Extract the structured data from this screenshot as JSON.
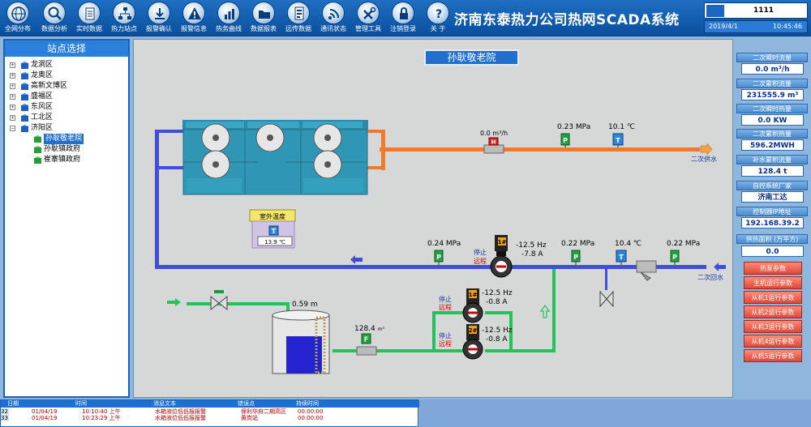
{
  "toolbar": {
    "items": [
      {
        "label": "全网分布",
        "icon": "globe-icon"
      },
      {
        "label": "数据分析",
        "icon": "magnifier-icon"
      },
      {
        "label": "实时数据",
        "icon": "document-icon"
      },
      {
        "label": "热力站点",
        "icon": "network-icon"
      },
      {
        "label": "报警确认",
        "icon": "download-icon"
      },
      {
        "label": "报警信息",
        "icon": "warning-icon"
      },
      {
        "label": "热务曲线",
        "icon": "chart-icon"
      },
      {
        "label": "数据报表",
        "icon": "folder-icon"
      },
      {
        "label": "远传数据",
        "icon": "report-icon"
      },
      {
        "label": "通讯状态",
        "icon": "signal-icon"
      },
      {
        "label": "管理工具",
        "icon": "tools-icon"
      },
      {
        "label": "注销登录",
        "icon": "lock-icon"
      },
      {
        "label": "关 于",
        "icon": "help-icon"
      }
    ]
  },
  "header": {
    "system_name": "济南东泰热力公司热网SCADA系统",
    "user_id": "1111",
    "date": "2019/4/1",
    "time": "10:45:46"
  },
  "sidebar": {
    "title": "站点选择",
    "items": [
      {
        "label": "龙洞区",
        "expanded": false,
        "level": 0
      },
      {
        "label": "龙奥区",
        "expanded": false,
        "level": 0
      },
      {
        "label": "高新文博区",
        "expanded": false,
        "level": 0
      },
      {
        "label": "盛福区",
        "expanded": false,
        "level": 0
      },
      {
        "label": "东风区",
        "expanded": false,
        "level": 0
      },
      {
        "label": "工北区",
        "expanded": false,
        "level": 0
      },
      {
        "label": "济阳区",
        "expanded": true,
        "level": 0
      },
      {
        "label": "孙耿敬老院",
        "level": 1,
        "selected": true
      },
      {
        "label": "孙耿镇政府",
        "level": 1
      },
      {
        "label": "崔寨镇政府",
        "level": 1
      }
    ]
  },
  "station": {
    "title": "孙耿敬老院"
  },
  "process": {
    "supply_flow": "0.0",
    "supply_flow_unit": "m³/h",
    "supply_pressure": "0.23",
    "supply_pressure_unit": "MPa",
    "supply_temp": "10.1",
    "temp_unit": "℃",
    "supply_label": "二次供水",
    "return_label": "二次回水",
    "outdoor_temp_label": "室外温度",
    "outdoor_temp_value": "13.9 ℃",
    "pump_p_in": "0.24",
    "pump_p_out": "0.22",
    "return_temp": "10.4",
    "return_pressure": "0.22",
    "pressure_unit": "MPa",
    "circ_pump": {
      "id": "1#",
      "freq": "-12.5 Hz",
      "current": "-7.8 A",
      "status": "停止",
      "mode": "远程"
    },
    "makeup_pump1": {
      "id": "1#",
      "freq": "-12.5 Hz",
      "current": "-0.8 A",
      "status": "停止",
      "mode": "远程"
    },
    "makeup_pump2": {
      "id": "2#",
      "freq": "-12.5 Hz",
      "current": "-0.8 A",
      "status": "停止",
      "mode": "远程"
    },
    "tank_level": "0.59 m",
    "makeup_flow": "128.4",
    "makeup_flow_unit": "m³",
    "tag_pressure": "P",
    "tag_temp": "T",
    "tag_flow": "F",
    "tag_heat": "H"
  },
  "metrics": [
    {
      "label": "二次瞬时流量",
      "value": "0.0 m³/h"
    },
    {
      "label": "二次累积流量",
      "value": "231555.9 m³"
    },
    {
      "label": "二次瞬时热量",
      "value": "0.0 KW"
    },
    {
      "label": "二次累积热量",
      "value": "596.2MWH"
    },
    {
      "label": "补水累积流量",
      "value": "128.4 t"
    },
    {
      "label": "自控系统厂家",
      "value": "济南工达"
    },
    {
      "label": "控制器IP地址",
      "value": "192.168.39.2"
    },
    {
      "label": "供热面积 (万平方)",
      "value": "0.0"
    }
  ],
  "param_buttons": [
    "热泵参数",
    "主机运行参数",
    "从机1运行参数",
    "从机2运行参数",
    "从机3运行参数",
    "从机4运行参数",
    "从机5运行参数"
  ],
  "alarm": {
    "headers": [
      "日期",
      "时间",
      "消息文本",
      "错误点",
      "持续时间"
    ],
    "rows": [
      {
        "num": "32",
        "date": "01/04/19",
        "time": "10:10:40 上午",
        "text": "水箱液位低低报报警",
        "point": "保利华府二期高区",
        "duration": "00:00:00"
      },
      {
        "num": "33",
        "date": "01/04/19",
        "time": "10:23:29 上午",
        "text": "水箱液位低低报报警",
        "point": "黄岗站",
        "duration": "00:00:00"
      }
    ]
  },
  "colors": {
    "supply": "#f07a2a",
    "return": "#3f4fd8",
    "makeup": "#22c45a",
    "accent": "#1f6fd0",
    "alarm": "#b40000"
  }
}
